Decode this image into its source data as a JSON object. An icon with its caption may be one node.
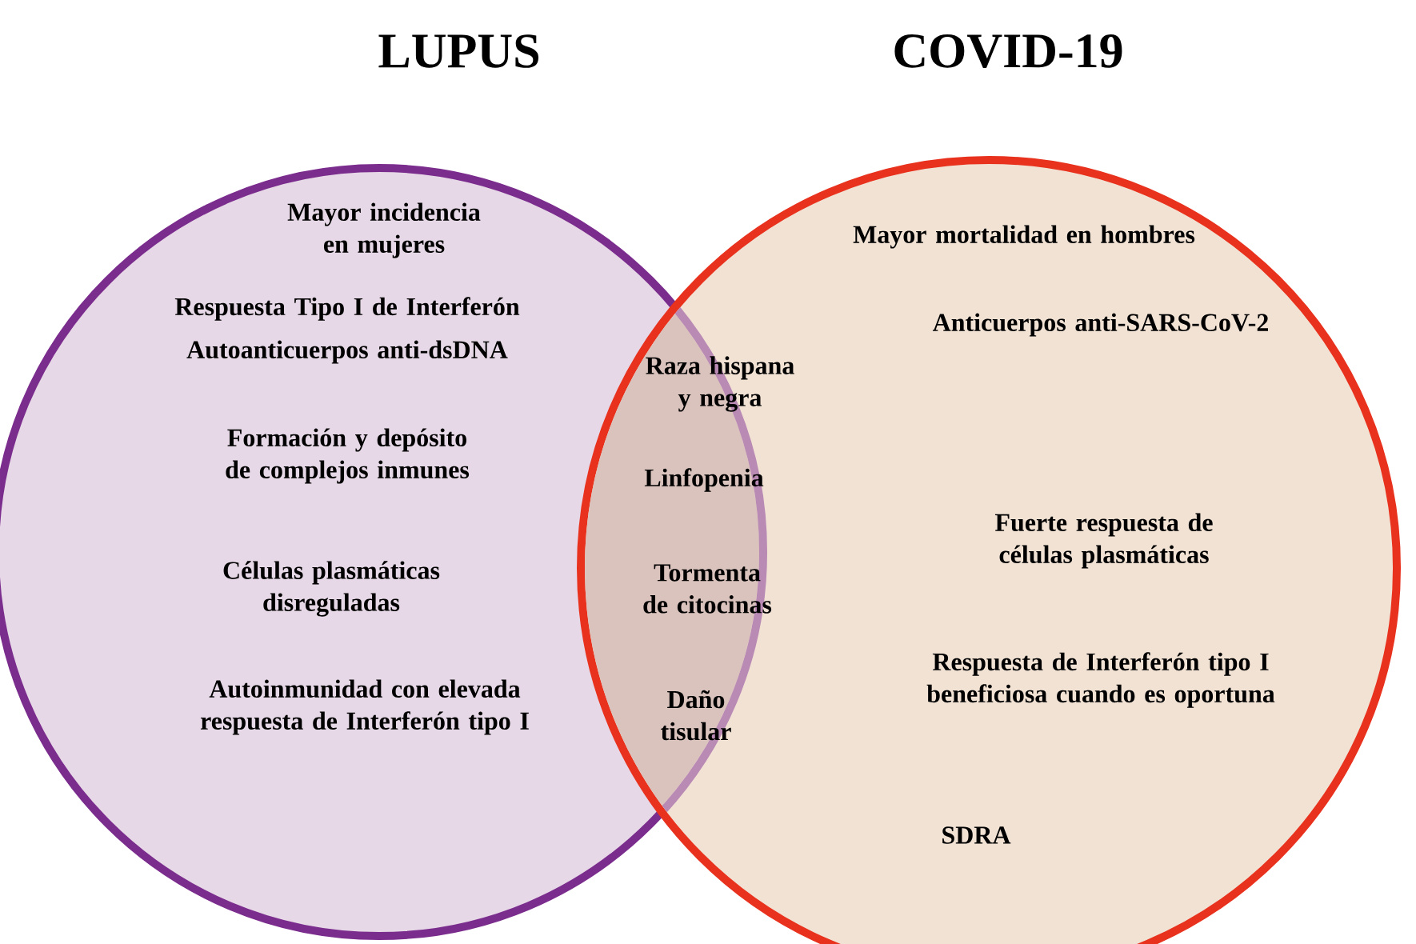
{
  "diagram": {
    "nodes": [
      {
        "text": [
          "LUPUS"
        ]
      },
      {
        "text": [
          "COVID-19"
        ]
      }
    ],
    "labels": [
      "Mayor incidencia en mujeres",
      "Mayor mortalidad en hombres",
      "Respuesta Tipo I de Interferón",
      "Anticuerpos anti-SARS-CoV-2",
      "Autoanticuerpos anti-dsDNA",
      "Raza hispana y negra",
      "Formación y depósito de complejos inmunes",
      "Linfopenia",
      "Fuerte respuesta de células plasmáticas",
      "Células plasmáticas disreguladas",
      "Tormenta de citocinas",
      "Respuesta de Interferón tipo I beneficiosa cuando es oportuna",
      "Autoinmunidad con elevada respuesta de Interferón tipo I",
      "Daño tisular",
      "SDRA"
    ]
  }
}
